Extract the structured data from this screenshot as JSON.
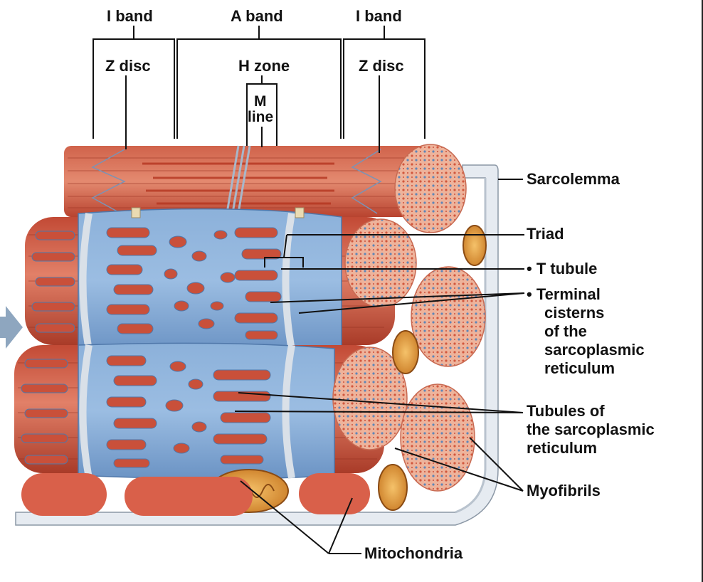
{
  "colors": {
    "muscle": "#c9503a",
    "muscle_light": "#e2836c",
    "reticulum": "#7ea6d3",
    "reticulum_dark": "#5b86ba",
    "t_tubule": "#d6dde6",
    "myofibril_end": "#e7a58c",
    "leader_line": "#111111"
  },
  "labels": {
    "i_band_left": "I band",
    "a_band": "A band",
    "i_band_right": "I band",
    "z_disc_left": "Z disc",
    "h_zone": "H zone",
    "m_line_1": "M",
    "m_line_2": "line",
    "z_disc_right": "Z disc",
    "sarcolemma": "Sarcolemma",
    "triad": "Triad",
    "t_tubule": "• T tubule",
    "terminal_1": "• Terminal",
    "terminal_2": "cisterns",
    "terminal_3": "of the",
    "terminal_4": "sarcoplasmic",
    "terminal_5": "reticulum",
    "tubules_1": "Tubules of",
    "tubules_2": "the sarcoplasmic",
    "tubules_3": "reticulum",
    "myofibrils": "Myofibrils",
    "mitochondria": "Mitochondria"
  }
}
